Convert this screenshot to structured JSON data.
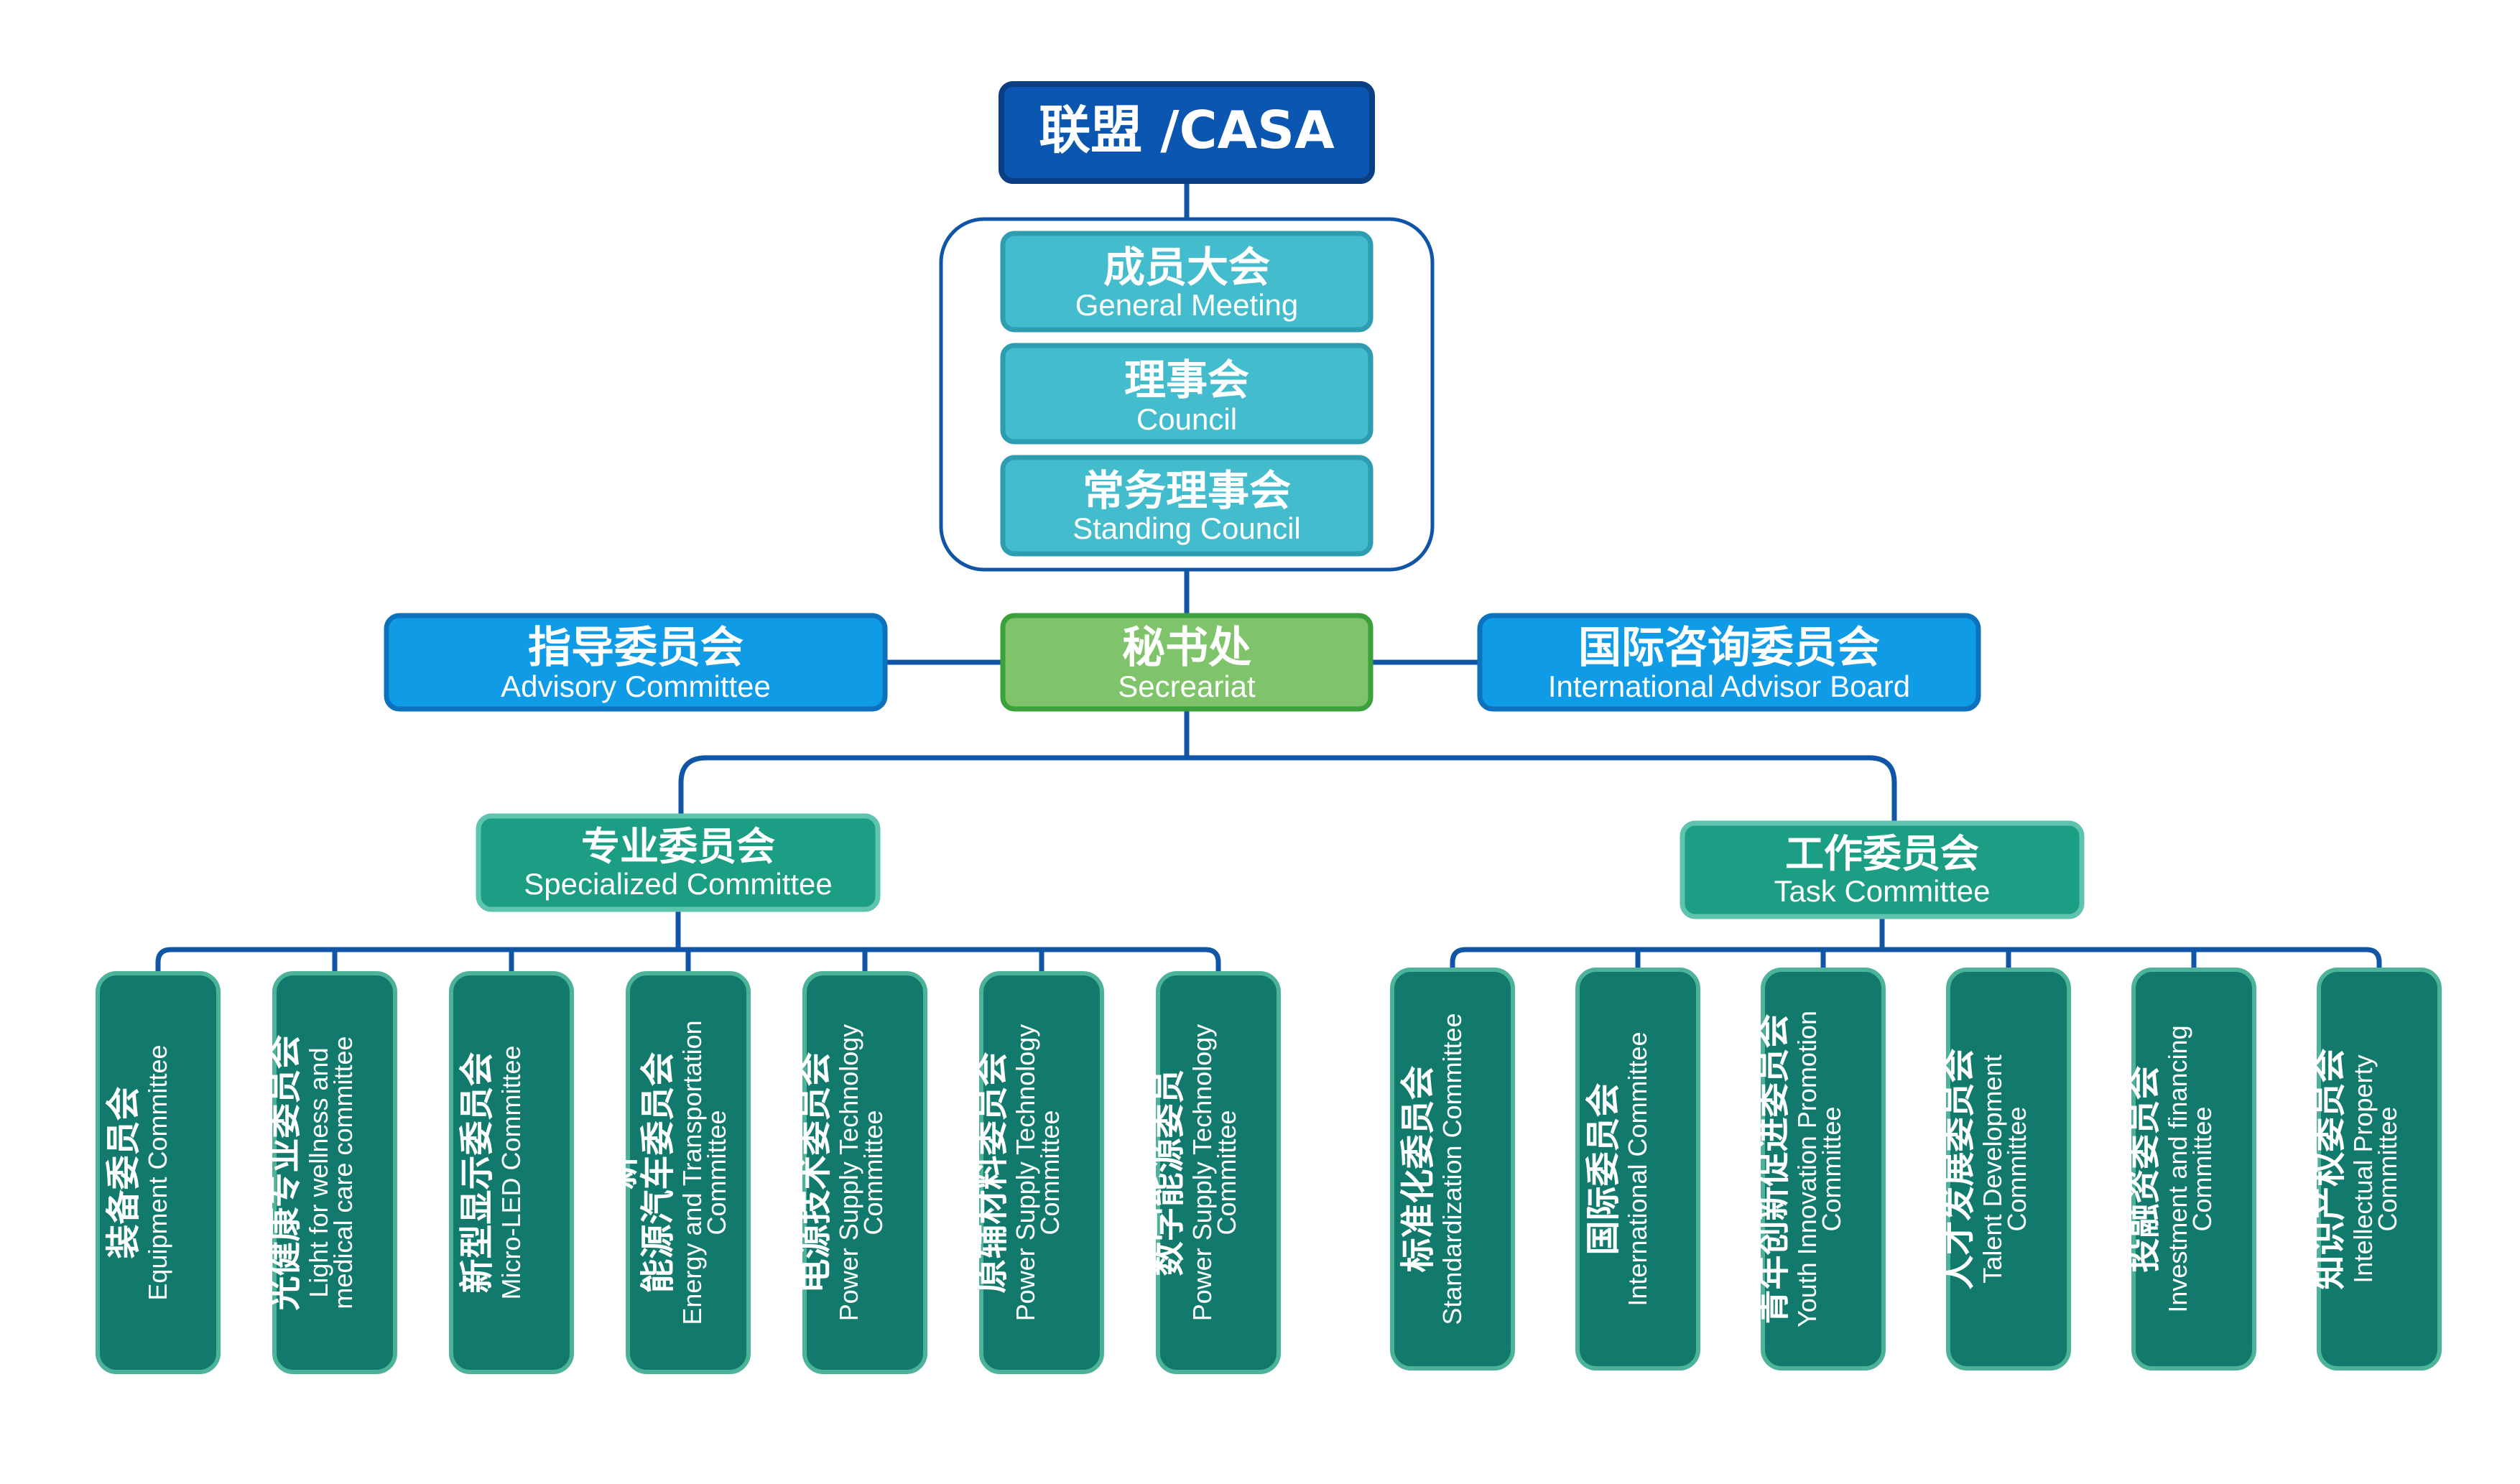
{
  "colors": {
    "line": "#1155a6",
    "root_fill": "#0b56b0",
    "root_border": "#0a3f86",
    "governance_fill": "#43bccd",
    "governance_border": "#2e9db1",
    "advisory_fill": "#0f9be6",
    "advisory_border": "#0c72bd",
    "secretariat_fill": "#7fc36a",
    "secretariat_border": "#3ba13a",
    "committee_fill": "#1b9e84",
    "committee_border": "#5fc4ad",
    "column_fill": "#117a6c",
    "column_border": "#4cb399"
  },
  "root": {
    "label": "联盟 /CASA"
  },
  "governance": [
    {
      "zh": "成员大会",
      "en": "General Meeting"
    },
    {
      "zh": "理事会",
      "en": "Council"
    },
    {
      "zh": "常务理事会",
      "en": "Standing Council"
    }
  ],
  "secretariat": {
    "zh": "秘书处",
    "en": "Secreariat"
  },
  "advisory": {
    "zh": "指导委员会",
    "en": "Advisory Committee"
  },
  "international_board": {
    "zh": "国际咨询委员会",
    "en": "International Advisor Board"
  },
  "specialized": {
    "zh": "专业委员会",
    "en": "Specialized Committee",
    "items": [
      {
        "zh_lines": [
          "装备委员会"
        ],
        "en_lines": [
          "Equipment Committee"
        ]
      },
      {
        "zh_lines": [
          "光健康专业委员会"
        ],
        "en_lines": [
          "Light for wellness and",
          "medical  care committee"
        ]
      },
      {
        "zh_lines": [
          "新型显示委员会"
        ],
        "en_lines": [
          "Micro-LED Committee"
        ]
      },
      {
        "zh_lines": [
          "新",
          "能源汽车委员会"
        ],
        "en_lines": [
          "Energy and Transportation",
          "Committee"
        ]
      },
      {
        "zh_lines": [
          "电源技术委员会"
        ],
        "en_lines": [
          "Power Supply Technology",
          "Committee"
        ]
      },
      {
        "zh_lines": [
          "原辅材料委员会"
        ],
        "en_lines": [
          "Power Supply Technology",
          "Committee"
        ]
      },
      {
        "zh_lines": [
          "数字能源委员"
        ],
        "en_lines": [
          "Power Supply Technology",
          "Committee"
        ]
      }
    ]
  },
  "task": {
    "zh": "工作委员会",
    "en": "Task Committee",
    "items": [
      {
        "zh_lines": [
          "标准化委员会"
        ],
        "en_lines": [
          "Standardization Committee"
        ]
      },
      {
        "zh_lines": [
          "国际委员会"
        ],
        "en_lines": [
          "International Committee"
        ]
      },
      {
        "zh_lines": [
          "青年创新促进委员会"
        ],
        "en_lines": [
          "Youth Innovation Promotion",
          "Committee"
        ]
      },
      {
        "zh_lines": [
          "人才发展委员会"
        ],
        "en_lines": [
          "Talent Development",
          "Committee"
        ]
      },
      {
        "zh_lines": [
          "投融资委员会"
        ],
        "en_lines": [
          "Investment and financing",
          "Committee"
        ]
      },
      {
        "zh_lines": [
          "知识产权委员会"
        ],
        "en_lines": [
          "Intellectual Property",
          "Committee"
        ]
      }
    ]
  }
}
